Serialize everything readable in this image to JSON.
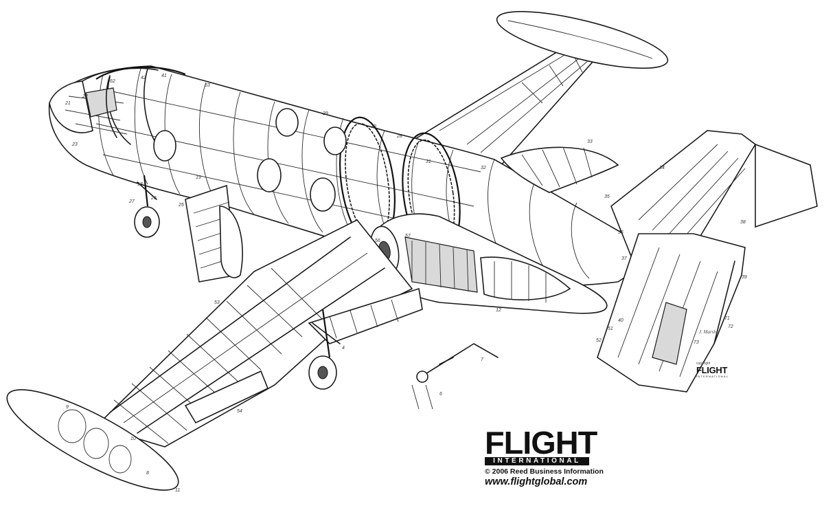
{
  "logo": {
    "wordmark": "FLIGHT",
    "subtitle": "INTERNATIONAL",
    "copyright": "© 2006 Reed Business Information",
    "url": "www.flightglobal.com"
  },
  "stamp": {
    "small_text": "copyright",
    "wordmark": "FLIGHT",
    "subtitle": "INTERNATIONAL"
  },
  "signature": "J. Marsh",
  "callouts": [
    "22",
    "42",
    "41",
    "21",
    "62",
    "63",
    "26",
    "27",
    "19",
    "23",
    "25",
    "18",
    "28",
    "29",
    "30",
    "31",
    "32",
    "33",
    "34",
    "35",
    "36",
    "37",
    "38",
    "39",
    "40",
    "12",
    "8",
    "9",
    "10",
    "11",
    "53",
    "54",
    "56",
    "57",
    "51",
    "52",
    "71",
    "72",
    "73",
    "4",
    "6",
    "7"
  ]
}
